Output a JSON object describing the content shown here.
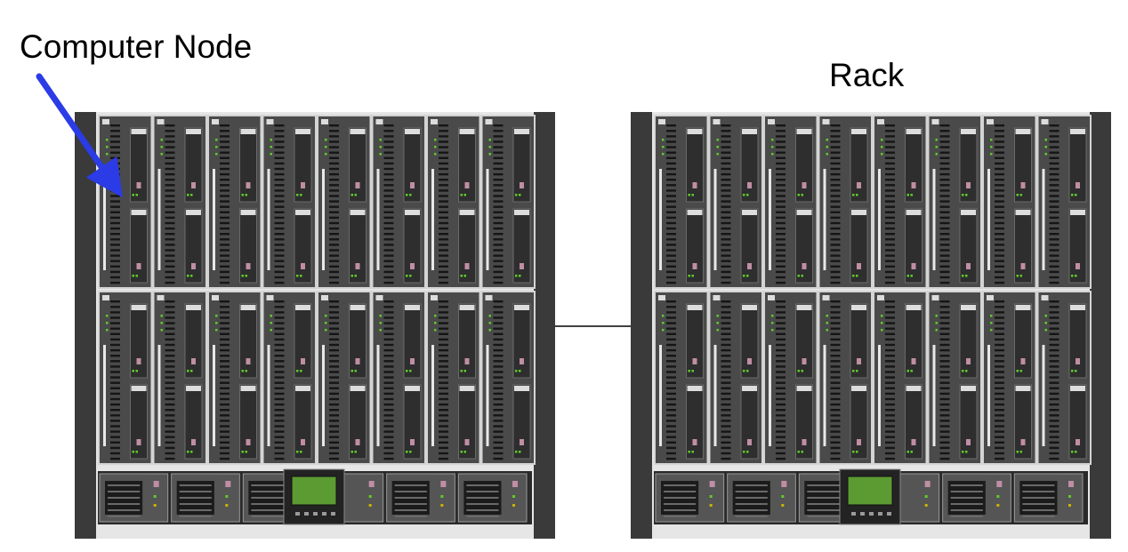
{
  "labels": {
    "computer_node": "Computer Node",
    "rack": "Rack"
  },
  "colors": {
    "arrow": "#2b3be6",
    "rack_frame": "#3a3a3a",
    "rack_shelf": "#e6e6e6",
    "blade_body": "#4a4a4a",
    "blade_border": "#d4d4d4",
    "drive_handle": "#dddddd",
    "status_led": "#5fcc2a",
    "drive_led": "#c08ea4",
    "lcd_screen": "#5c9a32",
    "connector_line": "#000000"
  },
  "enclosures": [
    {
      "id": "left",
      "blade_rows": 2,
      "blades_per_row": 8,
      "bottom_units": [
        "psu",
        "psu",
        "psu-lcd",
        "psu",
        "psu"
      ]
    },
    {
      "id": "right",
      "blade_rows": 2,
      "blades_per_row": 8,
      "bottom_units": [
        "psu",
        "psu",
        "psu-lcd",
        "psu",
        "psu"
      ]
    }
  ],
  "connections": [
    {
      "from": "left",
      "to": "right"
    }
  ],
  "annotations": [
    {
      "label_key": "computer_node",
      "points_to": "left enclosure, top-left blade"
    }
  ]
}
